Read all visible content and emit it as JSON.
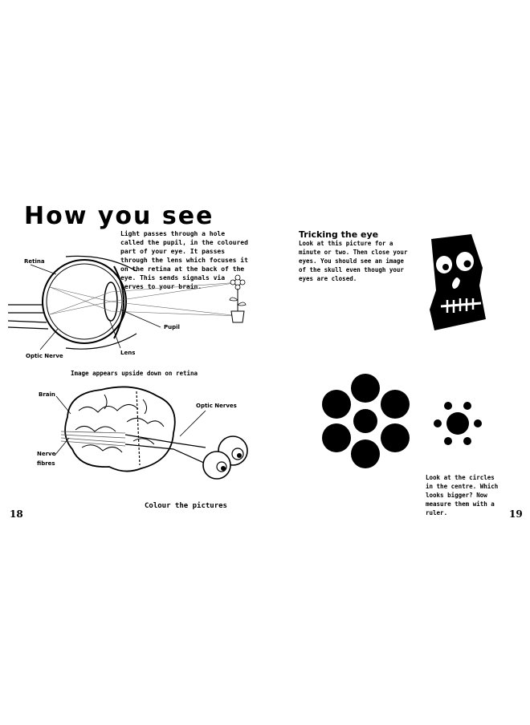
{
  "left_page": {
    "title": "How you see",
    "intro": "Light passes through a hole called the pupil, in the coloured part of your eye. It passes through the lens which focuses it on the retina at the back of the eye. This sends signals via nerves to your brain.",
    "eye_labels": {
      "retina": "Retina",
      "optic_nerve": "Optic Nerve",
      "lens": "Lens",
      "pupil": "Pupil"
    },
    "eye_caption": "Image appears upside down on retina",
    "brain_labels": {
      "brain": "Brain",
      "optic_nerves": "Optic Nerves",
      "nerve_fibres_line1": "Nerve",
      "nerve_fibres_line2": "fibres"
    },
    "colour_caption": "Colour the pictures",
    "page_number": "18"
  },
  "right_page": {
    "tricking_title": "Tricking the eye",
    "tricking_text": "Look at this picture for a minute or two. Then close your eyes. You should see an image of the skull even though your eyes are closed.",
    "circles_text": "Look at the circles in the centre. Which looks bigger? Now measure them with a ruler.",
    "page_number": "19"
  },
  "colors": {
    "ink": "#000000",
    "paper": "#ffffff"
  },
  "icons": [
    "eye-diagram",
    "flower-in-pot-icon",
    "brain-diagram",
    "eyeballs-icon",
    "skull-icon",
    "large-circles-illusion",
    "small-circles-illusion"
  ]
}
